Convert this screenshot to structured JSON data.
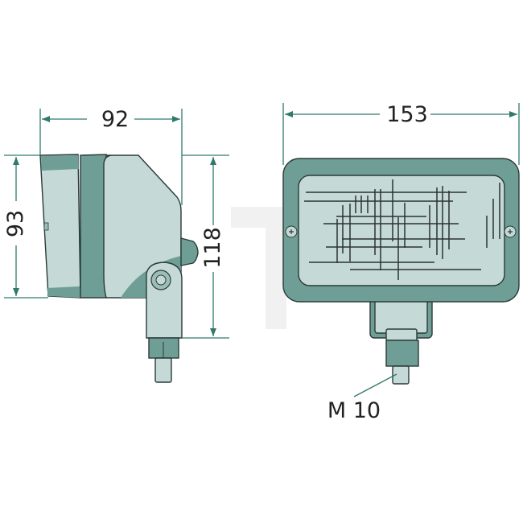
{
  "drawing": {
    "side_view": {
      "width_label": "92",
      "lens_height_label": "93",
      "total_height_label": "118"
    },
    "front_view": {
      "width_label": "153",
      "thread_label": "M 10"
    },
    "colors": {
      "dimension_line": "#2f7a6c",
      "housing_dark": "#6f9e97",
      "housing_light": "#c5d9d6",
      "outline": "#2b3a38"
    }
  }
}
